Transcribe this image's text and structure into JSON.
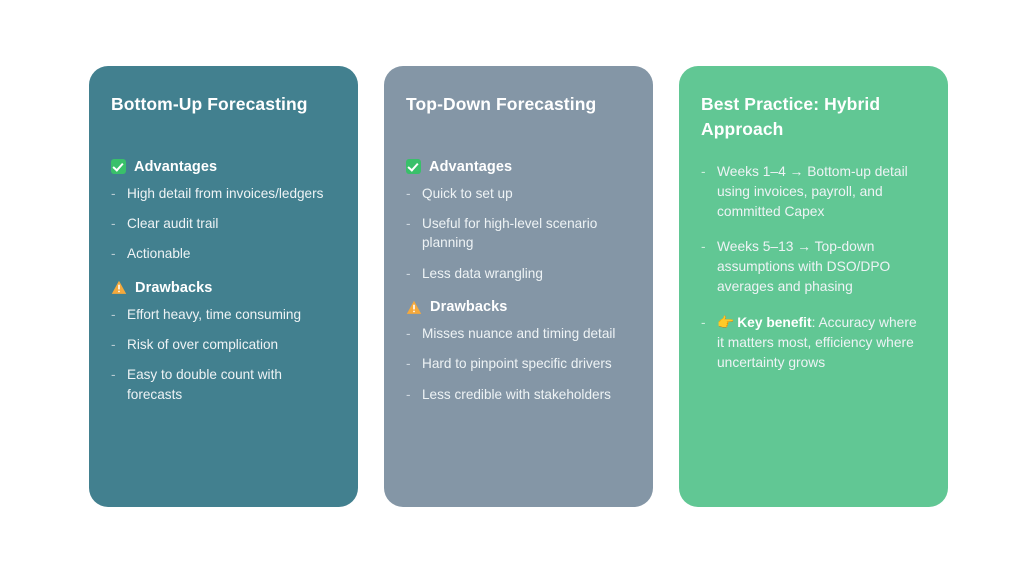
{
  "slide": {
    "background_color": "#ffffff"
  },
  "cards": [
    {
      "id": "bottom-up-forecasting",
      "title": "Bottom-Up Forecasting",
      "color": "#42808f",
      "sections": [
        {
          "icon": "check-square-icon",
          "label": "Advantages",
          "bullets": [
            "High detail from invoices/ledgers",
            "Clear audit trail",
            "Actionable"
          ]
        },
        {
          "icon": "warning-triangle-icon",
          "label": "Drawbacks",
          "bullets": [
            "Effort heavy, time consuming",
            "Risk of over complication",
            "Easy to double count with forecasts"
          ]
        }
      ]
    },
    {
      "id": "top-down-forecasting",
      "title": "Top-Down Forecasting",
      "color": "#8496a6",
      "sections": [
        {
          "icon": "check-square-icon",
          "label": "Advantages",
          "bullets": [
            "Quick to set up",
            "Useful for high-level scenario planning",
            "Less data wrangling"
          ]
        },
        {
          "icon": "warning-triangle-icon",
          "label": "Drawbacks",
          "bullets": [
            "Misses nuance and timing detail",
            "Hard to pinpoint specific drivers",
            "Less credible with stakeholders"
          ]
        }
      ]
    },
    {
      "id": "best-practice-hybrid-approach",
      "title": "Best Practice: Hybrid Approach",
      "color": "#61c794",
      "sections": [
        {
          "icon": "none",
          "label": "",
          "bullets": [
            "Weeks 1–4 → Bottom-up detail using invoices, payroll, and committed Capex",
            "Weeks 5–13 → Top-down assumptions with DSO/DPO averages and phasing"
          ],
          "rich_bullets": [
            {
              "emoji": "👉",
              "bold": "Key benefit",
              "rest": ": Accuracy where it matters most, efficiency where uncertainty grows"
            }
          ]
        }
      ]
    }
  ],
  "colors": {
    "card_teal": "#42808f",
    "card_slate": "#8496a6",
    "card_green": "#61c794",
    "check_icon": "#39c06a",
    "warning_icon": "#f5a93c",
    "title_text": "#ffffff",
    "body_text": "#eef3f5"
  }
}
